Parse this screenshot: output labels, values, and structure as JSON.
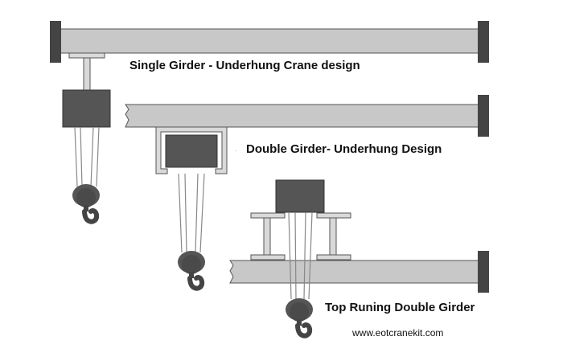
{
  "labels": {
    "single": "Single Girder - Underhung Crane design",
    "double_underhung": "Double Girder- Underhung Design",
    "top_running": "Top Runing  Double Girder",
    "website": "www.eotcranekit.com"
  },
  "colors": {
    "girder": "#c8c8c8",
    "girder_stroke": "#555555",
    "end_cap": "#444444",
    "trolley": "#555555",
    "beam": "#d9d9d9",
    "rope": "#888888",
    "hook_block": "#555555"
  },
  "icons": [
    "hook-icon",
    "i-beam-icon",
    "trolley-icon"
  ]
}
